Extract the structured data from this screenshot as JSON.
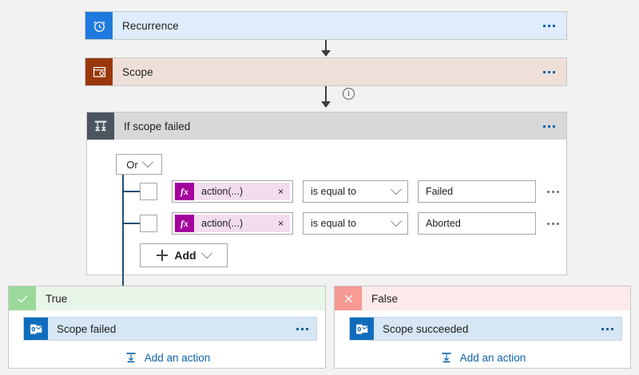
{
  "theme": {
    "canvas_bg": "#f2f2f2",
    "recurrence_accent": "#1f7ae0",
    "scope_accent": "#99380b",
    "condition_accent": "#4a5560",
    "true_accent": "#9ad99a",
    "false_accent": "#f69a93",
    "outlook_accent": "#0f6cbd",
    "token_accent": "#a4009e",
    "connector_line": "#1f4e79",
    "link_color": "#0b63ab"
  },
  "flow": {
    "trigger": {
      "title": "Recurrence",
      "icon": "alarm-clock-icon",
      "overflow": "..."
    },
    "scope": {
      "title": "Scope",
      "icon": "scope-window-gear-icon",
      "overflow": "..."
    },
    "info_icon": "i",
    "condition": {
      "title": "If scope failed",
      "icon": "condition-branch-icon",
      "overflow": "...",
      "logic_operator": {
        "label": "Or",
        "chevron": "chevron-down-icon"
      },
      "rows": [
        {
          "checked": false,
          "token": {
            "fx": "fx",
            "label": "action(...)",
            "remove": "×"
          },
          "operator": "is equal to",
          "value": "Failed",
          "overflow": "..."
        },
        {
          "checked": false,
          "token": {
            "fx": "fx",
            "label": "action(...)",
            "remove": "×"
          },
          "operator": "is equal to",
          "value": "Aborted",
          "overflow": "..."
        }
      ],
      "add_button": {
        "label": "Add",
        "plus": "plus-icon",
        "chevron": "chevron-down-icon"
      }
    },
    "branches": [
      {
        "key": "true",
        "header": "True",
        "header_icon": "checkmark-icon",
        "action": {
          "title": "Scope failed",
          "icon": "outlook-icon",
          "overflow": "..."
        },
        "add_action": {
          "label": "Add an action",
          "icon": "insert-action-icon"
        }
      },
      {
        "key": "false",
        "header": "False",
        "header_icon": "close-x-icon",
        "action": {
          "title": "Scope succeeded",
          "icon": "outlook-icon",
          "overflow": "..."
        },
        "add_action": {
          "label": "Add an action",
          "icon": "insert-action-icon"
        }
      }
    ]
  }
}
